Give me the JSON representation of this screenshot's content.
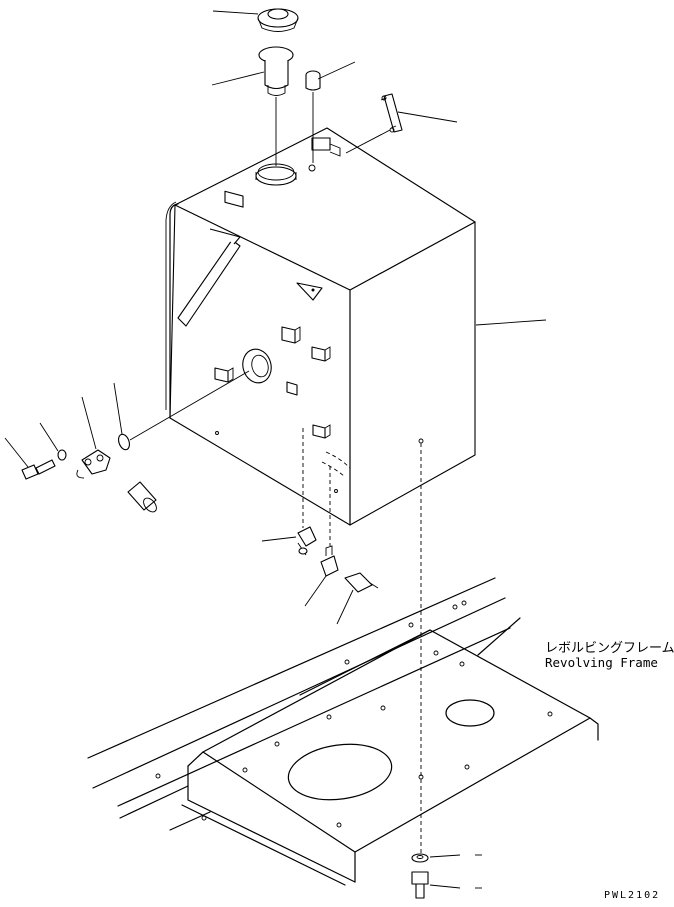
{
  "frame_label": {
    "japanese": "レボルビングフレーム",
    "english": "Revolving Frame"
  },
  "drawing_code": "PWL2102"
}
